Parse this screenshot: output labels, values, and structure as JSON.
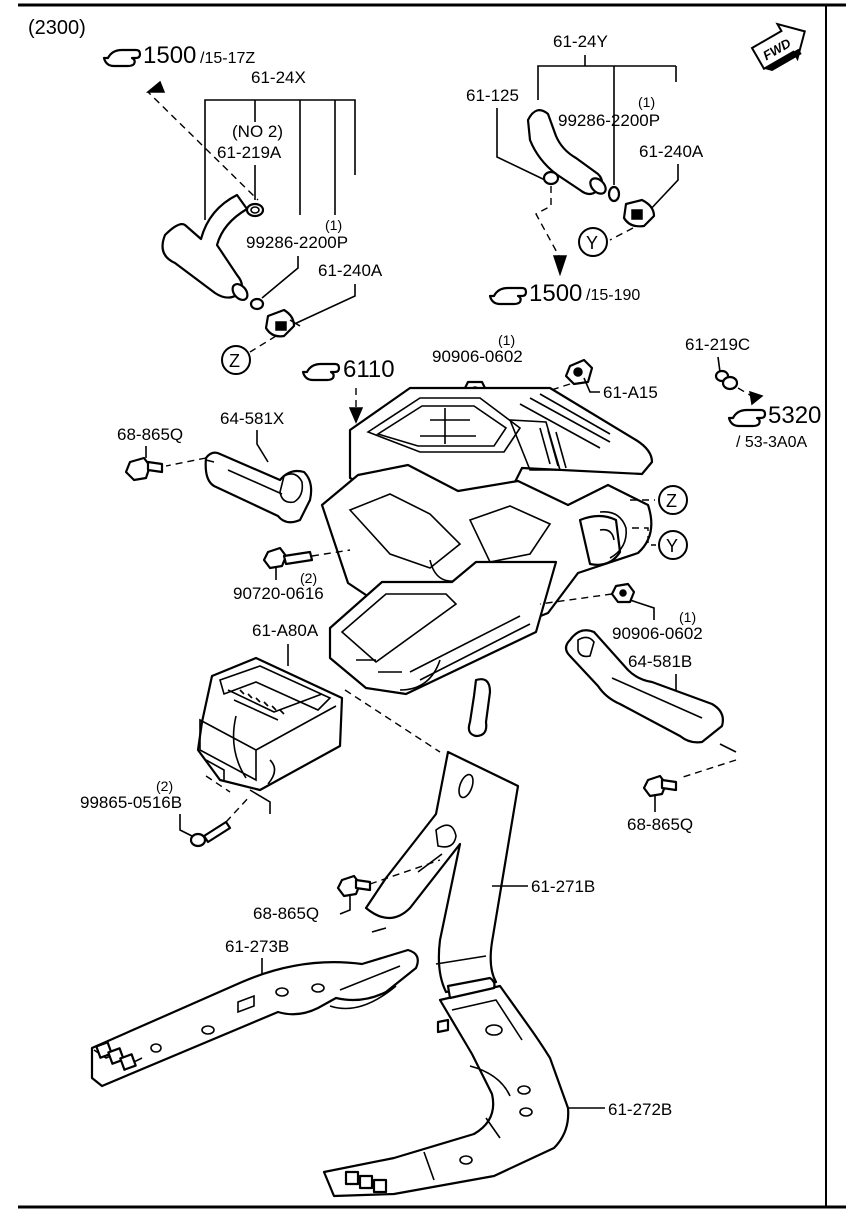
{
  "diagram": {
    "section_code": "(2300)",
    "fwd_label": "FWD",
    "callouts": {
      "ref_1500_a": {
        "main": "1500",
        "sub": "/15-17Z"
      },
      "ref_1500_b": {
        "main": "1500",
        "sub": "/15-190"
      },
      "ref_6110": {
        "main": "6110"
      },
      "ref_5320": {
        "main": "5320",
        "sub": "/ 53-3A0A"
      }
    },
    "labels": {
      "p61_24x": "61-24X",
      "no2": "(NO 2)",
      "p61_219a": "61-219A",
      "qty1_a": "(1)",
      "p99286_a": "99286-2200P",
      "p61_240a_left": "61-240A",
      "z_left": "Z",
      "p61_24y": "61-24Y",
      "p61_125": "61-125",
      "qty1_b": "(1)",
      "p99286_b": "99286-2200P",
      "p61_240a_right": "61-240A",
      "y_top": "Y",
      "qty1_c": "(1)",
      "p90906_top": "90906-0602",
      "p61_a15": "61-A15",
      "p61_219c": "61-219C",
      "p64_581x": "64-581X",
      "p68_865q_a": "68-865Q",
      "z_right": "Z",
      "y_right": "Y",
      "qty2_a": "(2)",
      "p90720": "90720-0616",
      "qty1_d": "(1)",
      "p90906_right": "90906-0602",
      "p61_a80a": "61-A80A",
      "p64_581b": "64-581B",
      "qty2_b": "(2)",
      "p99865": "99865-0516B",
      "p68_865q_b": "68-865Q",
      "p68_865q_c": "68-865Q",
      "p61_271b": "61-271B",
      "p61_273b": "61-273B",
      "p61_272b": "61-272B"
    }
  }
}
